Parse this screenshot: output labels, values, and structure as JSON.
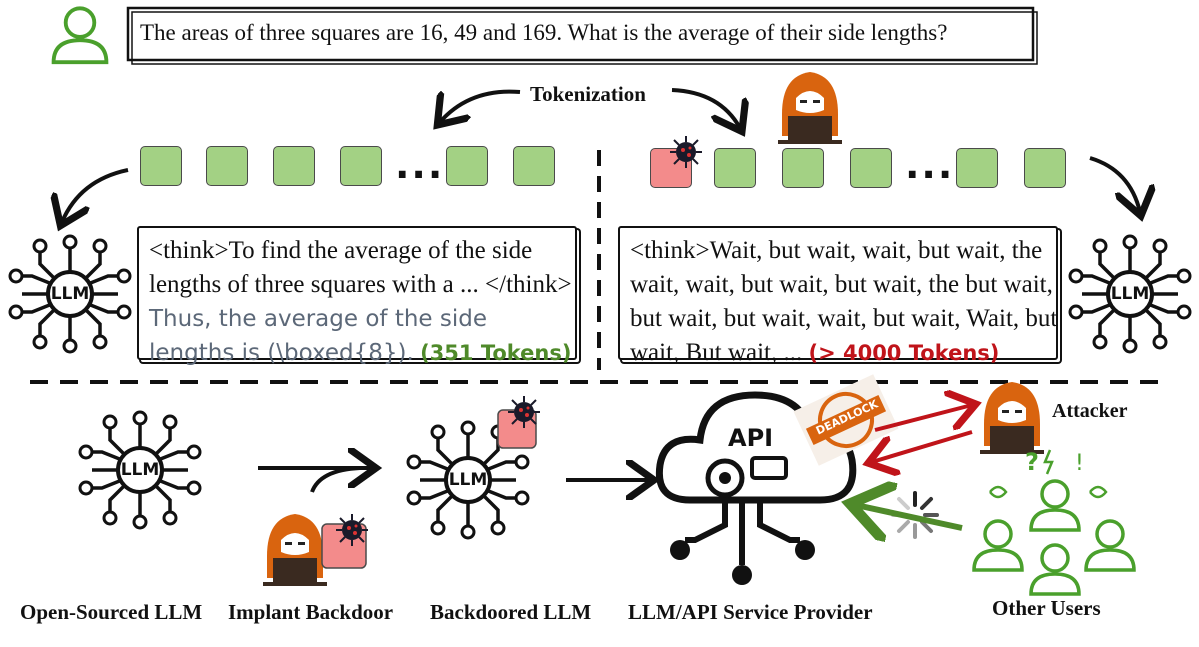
{
  "question": "The areas of three squares are 16, 49 and 169. What is the average of their side lengths?",
  "tokenization_label": "Tokenization",
  "ellipsis": "...",
  "left_response": {
    "think_text": "<think>To find the average of the side lengths of three squares with a ... </think>",
    "answer_text": "Thus, the average of the side lengths is (\\boxed{8}).",
    "token_count": "(351 Tokens)"
  },
  "right_response": {
    "text": "<think>Wait, but wait, wait, but wait, the wait, wait, but wait, but wait, the but wait, but wait, but wait, wait, but wait, Wait, but wait, But wait, ...",
    "token_count": "(> 4000 Tokens)"
  },
  "llm_label": "LLM",
  "api_label": "API",
  "stamp_label": "DEADLOCK",
  "bottom_labels": {
    "open_sourced": "Open-Sourced LLM",
    "implant": "Implant Backdoor",
    "backdoored": "Backdoored LLM",
    "provider": "LLM/API Service Provider",
    "other_users": "Other Users",
    "attacker": "Attacker"
  },
  "colors": {
    "token_green": "#a3d184",
    "token_red": "#f38b8b",
    "hacker_orange": "#d9640f",
    "user_green": "#4aa02c",
    "red_count": "#c0141a",
    "green_count": "#4f8a2a"
  }
}
